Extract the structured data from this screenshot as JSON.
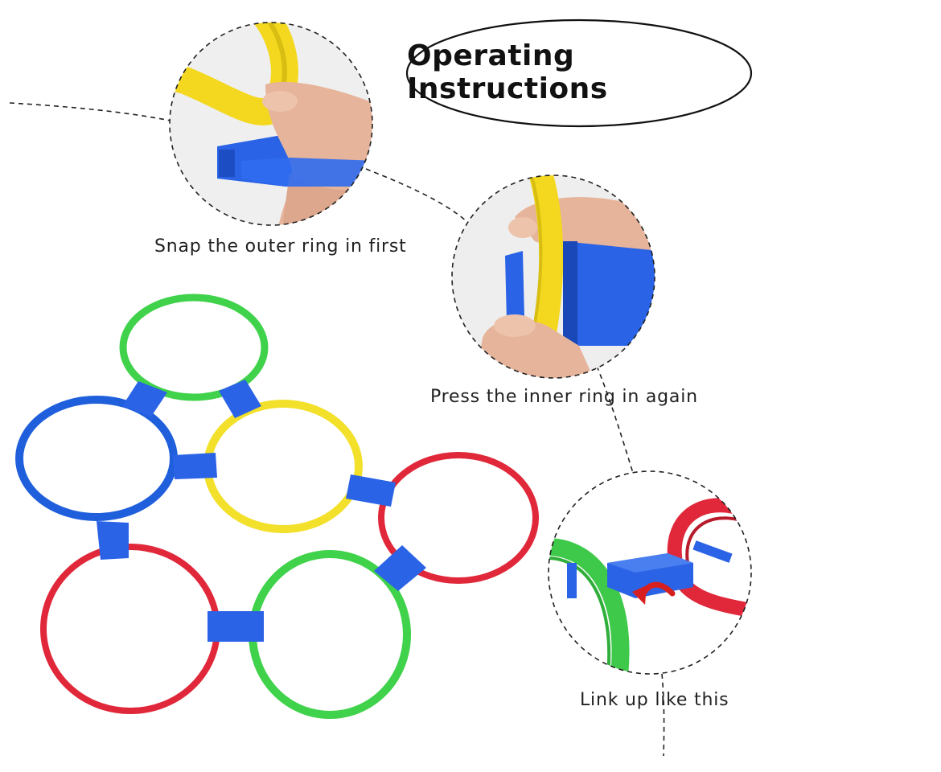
{
  "title": "Operating Instructions",
  "steps": [
    {
      "caption": "Snap the outer ring in first"
    },
    {
      "caption": "Press the inner ring in again"
    },
    {
      "caption": "Link up like this"
    }
  ],
  "colors": {
    "green": "#3fd24a",
    "blue": "#1f5fdc",
    "yellow": "#f3e02b",
    "red": "#e0283a",
    "connector": "#2a63e6",
    "arrow": "#d81f1f",
    "skin": "#e8b79c"
  }
}
